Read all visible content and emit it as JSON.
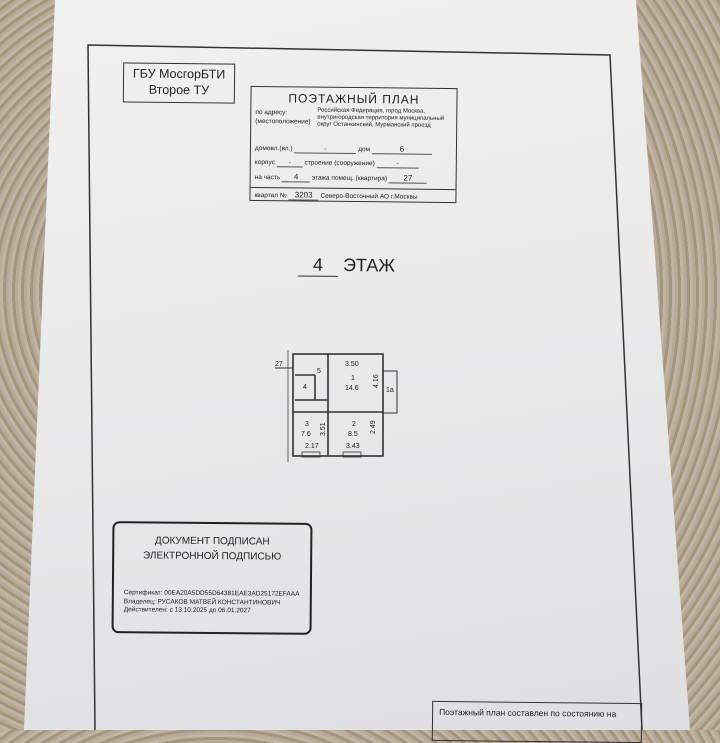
{
  "organization": {
    "line1": "ГБУ МосгорБТИ",
    "line2": "Второе ТУ"
  },
  "plan_header": {
    "title": "ПОЭТАЖНЫЙ ПЛАН",
    "address_label": "по адресу:",
    "location_label": "(местоположение)",
    "address_value": "Российская Федерация, город Москва, внутригородская территория муниципальный округ Останкинский, Мурманский проезд",
    "domovl_label": "домовл.(вл.)",
    "domovl_value": "-",
    "dom_label": "дом",
    "dom_value": "6",
    "korpus_label": "корпус",
    "korpus_value": "-",
    "stroenie_label": "строение (сооружение)",
    "stroenie_value": "-",
    "part_label": "на часть",
    "part_value": "4",
    "floor_label": "этажа помещ. (квартира)",
    "apartment_value": "27",
    "kvartal_label": "квартал №",
    "kvartal_value": "3203",
    "district_value": "Северо-Восточный",
    "ao_label": "АО г.Москвы"
  },
  "floor": {
    "number": "4",
    "label": "ЭТАЖ"
  },
  "floor_plan": {
    "apartment": "27",
    "rooms": [
      {
        "id": "1",
        "area": "14.6"
      },
      {
        "id": "2",
        "area": "8.5"
      },
      {
        "id": "3",
        "area": "7.6"
      },
      {
        "id": "4"
      },
      {
        "id": "5"
      },
      {
        "id": "1а"
      }
    ],
    "dimensions": [
      "3.50",
      "4.16",
      "2.49",
      "3.43",
      "3.51",
      "2.17"
    ]
  },
  "signature": {
    "title_line1": "ДОКУМЕНТ ПОДПИСАН",
    "title_line2": "ЭЛЕКТРОННОЙ ПОДПИСЬЮ",
    "certificate": "Сертификат: 00EA20A5DD55D64381EAE3AD25172EFAAA",
    "owner": "Владелец: РУСАКОВ МАТВЕЙ КОНСТАНТИНОВИЧ",
    "valid": "Действителен: с 13.10.2025 до 06.01.2027"
  },
  "footer_note": "Поэтажный план составлен по состоянию на"
}
